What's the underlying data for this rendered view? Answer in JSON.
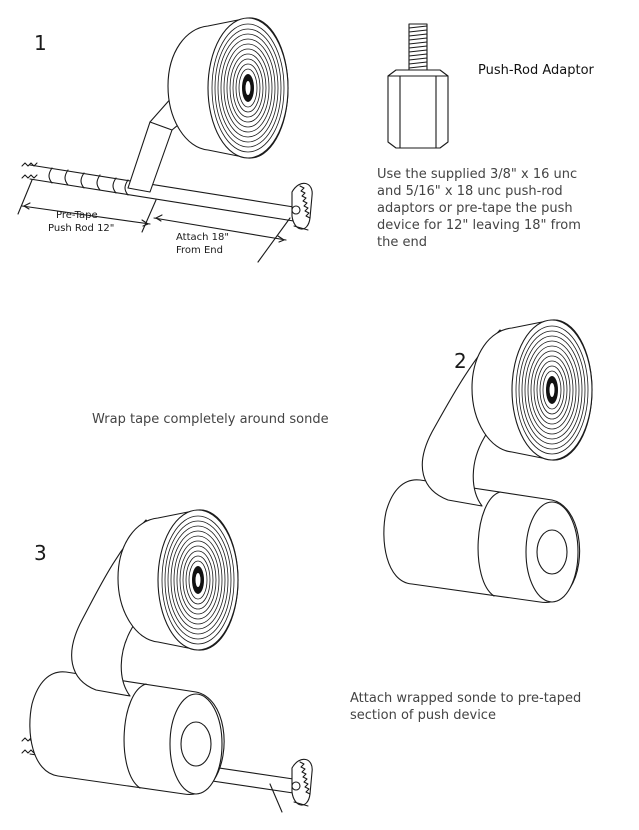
{
  "steps": {
    "one": "1",
    "two": "2",
    "three": "3"
  },
  "adaptor_title": "Push-Rod Adaptor",
  "instruction_lines": [
    "Use the supplied 3/8\" x 16 unc",
    "and 5/16\" x 18 unc push-rod",
    "adaptors or pre-tape the push",
    "device for 12\" leaving 18\" from",
    "the end"
  ],
  "labels": {
    "pretape_line1": "Pre-Tape",
    "pretape_line2": "Push Rod 12\"",
    "attach_line1": "Attach 18\"",
    "attach_line2": "From End"
  },
  "captions": {
    "wrap": "Wrap tape completely around sonde",
    "attach_line1": "Attach wrapped sonde to pre-taped",
    "attach_line2": "section of push device"
  }
}
